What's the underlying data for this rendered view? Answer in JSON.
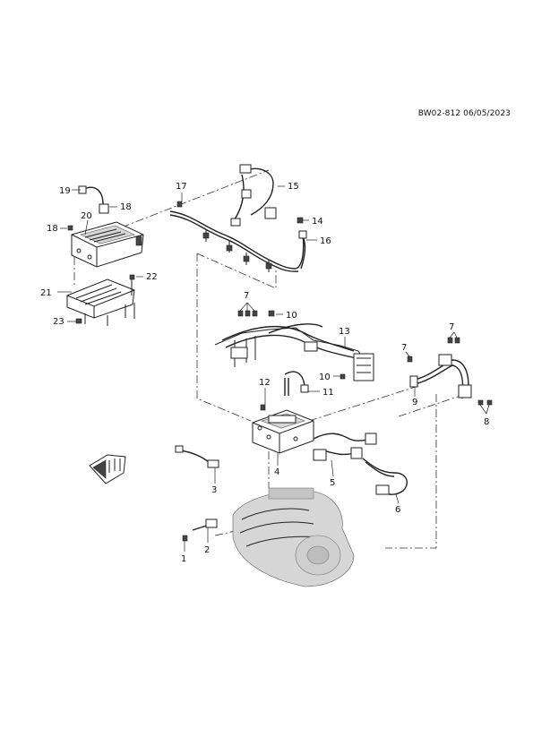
{
  "reference_code": "BW02-812 06/05/2023",
  "callouts": [
    "1",
    "2",
    "3",
    "4",
    "5",
    "6",
    "7",
    "7",
    "7",
    "8",
    "9",
    "10",
    "10",
    "11",
    "12",
    "13",
    "14",
    "15",
    "16",
    "17",
    "18",
    "18",
    "19",
    "20",
    "21",
    "22",
    "23"
  ],
  "icons": {
    "front_arrow": "front-arrow-icon"
  }
}
